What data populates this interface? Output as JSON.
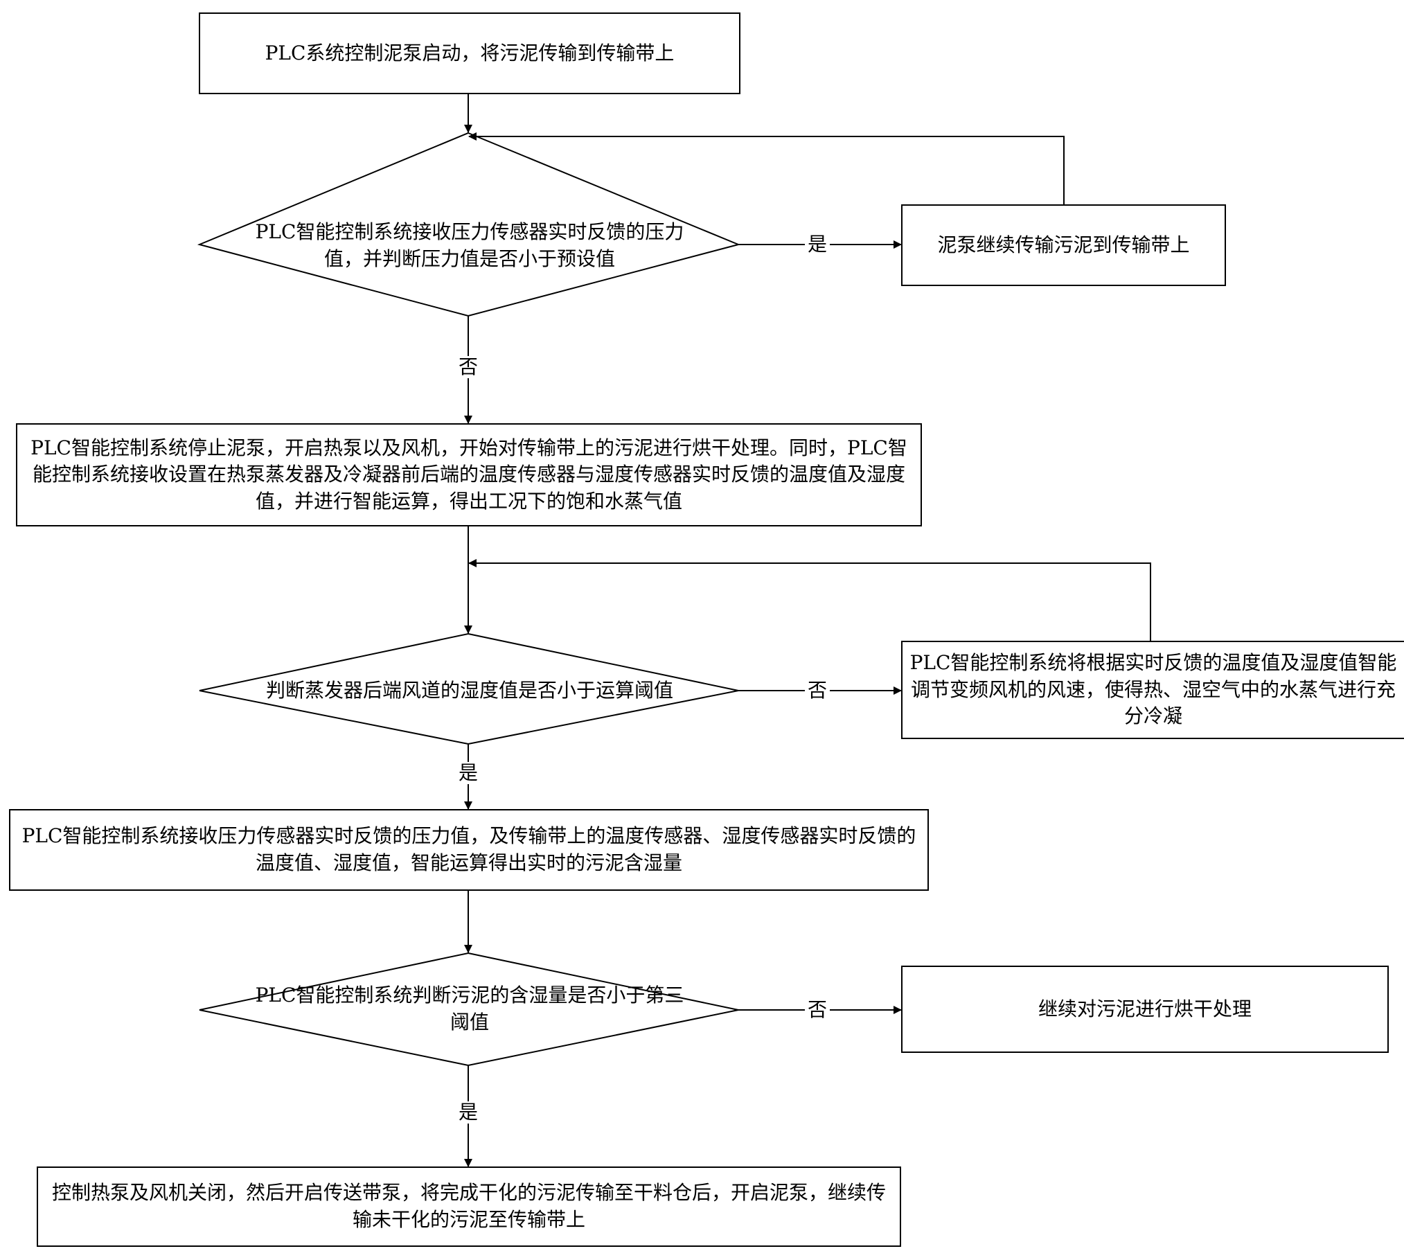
{
  "nodes": {
    "start": "PLC系统控制泥泵启动，将污泥传输到传输带上",
    "decision_pressure": "PLC智能控制系统接收压力传感器实时反馈的压力值，并判断压力值是否小于预设值",
    "continue_pump": "泥泵继续传输污泥到传输带上",
    "stop_pump_dry": "PLC智能控制系统停止泥泵，开启热泵以及风机，开始对传输带上的污泥进行烘干处理。同时，PLC智能控制系统接收设置在热泵蒸发器及冷凝器前后端的温度传感器与湿度传感器实时反馈的温度值及湿度值，并进行智能运算，得出工况下的饱和水蒸气值",
    "decision_humidity": "判断蒸发器后端风道的湿度值是否小于运算阈值",
    "adjust_fan": "PLC智能控制系统将根据实时反馈的温度值及湿度值智能调节变频风机的风速，使得热、湿空气中的水蒸气进行充分冷凝",
    "compute_moisture": "PLC智能控制系统接收压力传感器实时反馈的压力值，及传输带上的温度传感器、湿度传感器实时反馈的温度值、湿度值，智能运算得出实时的污泥含湿量",
    "decision_moisture": "PLC智能控制系统判断污泥的含湿量是否小于第三阈值",
    "continue_drying": "继续对污泥进行烘干处理",
    "finish": "控制热泵及风机关闭，然后开启传送带泵，将完成干化的污泥传输至干料仓后，开启泥泵，继续传输未干化的污泥至传输带上"
  },
  "edge_labels": {
    "pressure_yes": "是",
    "pressure_no": "否",
    "humidity_no": "否",
    "humidity_yes": "是",
    "moisture_no": "否",
    "moisture_yes": "是"
  }
}
